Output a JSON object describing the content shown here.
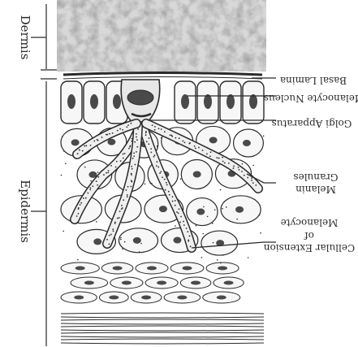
{
  "diagram": {
    "orientation": "upside-down",
    "layers": {
      "dermis": "Dermis",
      "epidermis": "Epidermis"
    },
    "labels": {
      "basal_lamina": "Basal Lamina",
      "melanocyte_nucleus": "Melanocyte Nucleus",
      "golgi_apparatus": "Golgi Apparatus",
      "melanin_granules_1": "Melanin",
      "melanin_granules_2": "Granules",
      "extension_1": "Cellular Extension",
      "extension_2": "of",
      "extension_3": "Melanocyte"
    },
    "colors": {
      "ink": "#2a2a2a",
      "cell_fill": "#f7f7f7",
      "nucleus": "#4a4a4a",
      "dermis": "#9c9c9c"
    }
  }
}
